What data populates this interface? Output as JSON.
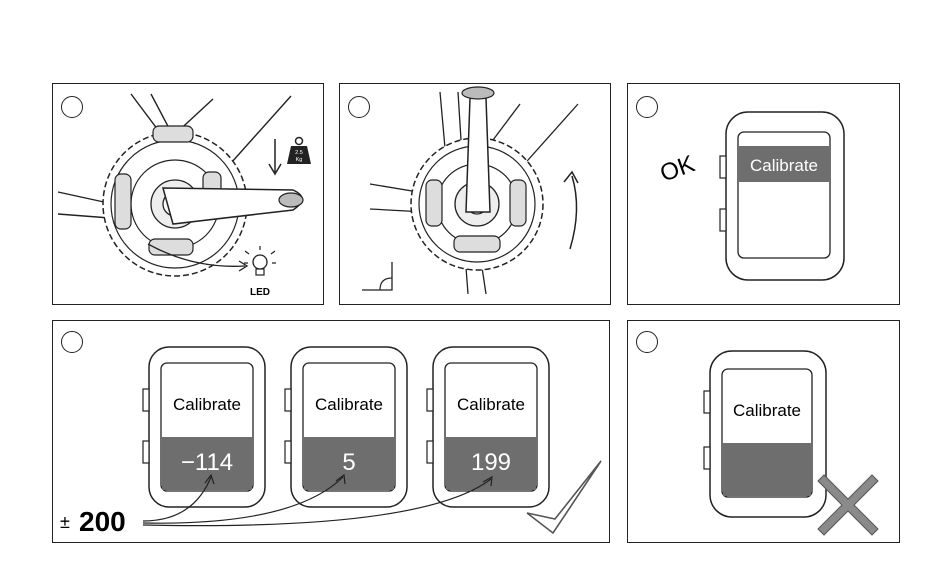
{
  "panels": {
    "p1": {
      "led_label": "LED",
      "weight_label": "2.5 Kg",
      "weight_top": "2.5",
      "weight_bottom": "Kg"
    },
    "p3": {
      "ok_label": "OK",
      "screen_label": "Calibrate"
    },
    "p4": {
      "screens": [
        {
          "label": "Calibrate",
          "value": "−114"
        },
        {
          "label": "Calibrate",
          "value": "5"
        },
        {
          "label": "Calibrate",
          "value": "199"
        }
      ],
      "tolerance_sign": "±",
      "tolerance_value": "200"
    },
    "p5": {
      "screen_label": "Calibrate"
    }
  },
  "colors": {
    "screen_dark": "#6e6e6e",
    "stroke": "#222222",
    "mark_gray": "#8a8a8a"
  },
  "icons": [
    "weight-icon",
    "led-bulb-icon",
    "rotation-arrow-icon",
    "right-angle-icon",
    "checkmark-icon",
    "cross-icon"
  ]
}
